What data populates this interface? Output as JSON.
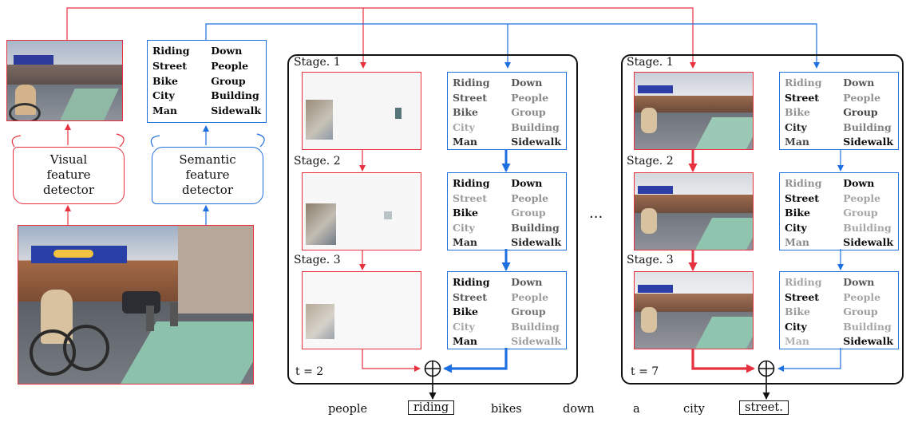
{
  "word_list": [
    [
      "Riding",
      "Down"
    ],
    [
      "Street",
      "People"
    ],
    [
      "Bike",
      "Group"
    ],
    [
      "City",
      "Building"
    ],
    [
      "Man",
      "Sidewalk"
    ]
  ],
  "word_weights": {
    "top": [
      [
        1,
        1
      ],
      [
        1,
        1
      ],
      [
        1,
        1
      ],
      [
        1,
        1
      ],
      [
        1,
        1
      ]
    ],
    "t2_s1": [
      [
        0.6,
        0.6
      ],
      [
        0.6,
        0.35
      ],
      [
        0.6,
        0.35
      ],
      [
        0.2,
        0.35
      ],
      [
        0.85,
        0.85
      ]
    ],
    "t2_s2": [
      [
        1,
        1
      ],
      [
        0.25,
        0.3
      ],
      [
        1,
        0.25
      ],
      [
        0.25,
        0.6
      ],
      [
        0.85,
        0.9
      ]
    ],
    "t2_s3": [
      [
        1,
        0.6
      ],
      [
        0.6,
        0.25
      ],
      [
        1,
        0.45
      ],
      [
        0.2,
        0.25
      ],
      [
        1,
        0.25
      ]
    ],
    "t7_s1": [
      [
        0.3,
        0.6
      ],
      [
        1,
        0.3
      ],
      [
        0.3,
        0.7
      ],
      [
        0.85,
        0.4
      ],
      [
        0.7,
        1
      ]
    ],
    "t7_s2": [
      [
        0.3,
        1
      ],
      [
        1,
        0.2
      ],
      [
        1,
        0.2
      ],
      [
        1,
        0.2
      ],
      [
        0.35,
        1
      ]
    ],
    "t7_s3": [
      [
        0.2,
        0.6
      ],
      [
        1,
        0.2
      ],
      [
        0.25,
        0.25
      ],
      [
        1,
        0.2
      ],
      [
        0.15,
        1
      ]
    ]
  },
  "labels": {
    "visual_detector": [
      "Visual",
      "feature",
      "detector"
    ],
    "semantic_detector": [
      "Semantic",
      "feature",
      "detector"
    ],
    "stage1": "Stage. 1",
    "stage2": "Stage. 2",
    "stage3": "Stage. 3",
    "t_left": "t = 2",
    "t_right": "t = 7",
    "ellipsis": "···",
    "oplus": "⊕"
  },
  "caption": [
    {
      "text": "people",
      "boxed": false
    },
    {
      "text": "riding",
      "boxed": true
    },
    {
      "text": "bikes",
      "boxed": false
    },
    {
      "text": "down",
      "boxed": false
    },
    {
      "text": "a",
      "boxed": false
    },
    {
      "text": "city",
      "boxed": false
    },
    {
      "text": "street.",
      "boxed": true
    }
  ],
  "colors": {
    "visual": "#e8313f",
    "semantic": "#1e6fe0",
    "frame": "#111111"
  }
}
